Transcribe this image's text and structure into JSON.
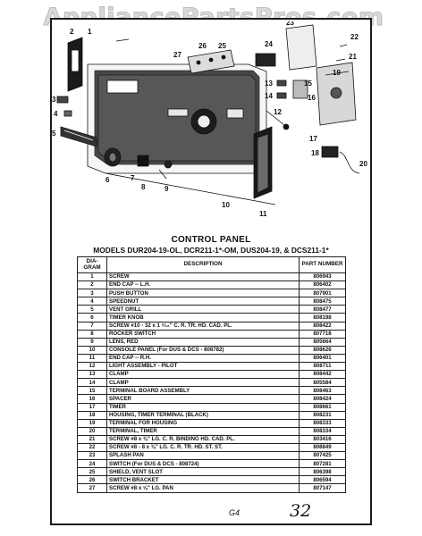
{
  "watermark": "AppliancePartsPros.com",
  "callouts": [
    "1",
    "2",
    "3",
    "4",
    "5",
    "6",
    "7",
    "8",
    "9",
    "10",
    "11",
    "12",
    "13",
    "14",
    "15",
    "16",
    "17",
    "18",
    "19",
    "20",
    "21",
    "22",
    "23",
    "24",
    "25",
    "26",
    "27"
  ],
  "section_title": "CONTROL PANEL",
  "models_line": "MODELS DUR204-19-OL, DCR211-1*-OM, DUS204-19, & DCS211-1*",
  "table": {
    "headers": {
      "diagram": "DIA-\nGRAM",
      "description": "DESCRIPTION",
      "part_number": "PART NUMBER"
    },
    "rows": [
      {
        "num": "1",
        "desc": "SCREW",
        "pn": "806943"
      },
      {
        "num": "2",
        "desc": "END CAP -- L.H.",
        "pn": "806402"
      },
      {
        "num": "3",
        "desc": "PUSH BUTTON",
        "pn": "807901"
      },
      {
        "num": "4",
        "desc": "SPEEDNUT",
        "pn": "808475"
      },
      {
        "num": "5",
        "desc": "VENT GRILL",
        "pn": "808477"
      },
      {
        "num": "6",
        "desc": "TIMER KNOB",
        "pn": "808198"
      },
      {
        "num": "7",
        "desc": "SCREW #10 - 32 x 1 ⁵⁄₁₆\" C. R. TR. HD. CAD. PL.",
        "pn": "808422"
      },
      {
        "num": "8",
        "desc": "ROCKER SWITCH",
        "pn": "807718"
      },
      {
        "num": "9",
        "desc": "LENS, RED",
        "pn": "805664"
      },
      {
        "num": "10",
        "desc": "CONSOLE PANEL (For DUS & DCS - 808782)",
        "pn": "808626"
      },
      {
        "num": "11",
        "desc": "END CAP -- R.H.",
        "pn": "806401"
      },
      {
        "num": "12",
        "desc": "LIGHT ASSEMBLY - PILOT",
        "pn": "808711"
      },
      {
        "num": "13",
        "desc": "CLAMP",
        "pn": "808442"
      },
      {
        "num": "14",
        "desc": "CLAMP",
        "pn": "805584"
      },
      {
        "num": "15",
        "desc": "TERMINAL BOARD ASSEMBLY",
        "pn": "808463"
      },
      {
        "num": "16",
        "desc": "SPACER",
        "pn": "808424"
      },
      {
        "num": "17",
        "desc": "TIMER",
        "pn": "808661"
      },
      {
        "num": "18",
        "desc": "HOUSING, TIMER TERMINAL (BLACK)",
        "pn": "808231"
      },
      {
        "num": "19",
        "desc": "TERMINAL FOR HOUSING",
        "pn": "808333"
      },
      {
        "num": "20",
        "desc": "TERMINAL, TIMER",
        "pn": "808334"
      },
      {
        "num": "21",
        "desc": "SCREW #8 x ⅜\" LG. C. R. BINDING HD. CAD. PL.",
        "pn": "803416"
      },
      {
        "num": "22",
        "desc": "SCREW #8 - 8 x ⅜\" LG. C. R. TR. HD. ST. ST.",
        "pn": "808849"
      },
      {
        "num": "23",
        "desc": "SPLASH PAN",
        "pn": "807425"
      },
      {
        "num": "24",
        "desc": "SWITCH (For DUS & DCS - 808724)",
        "pn": "807281"
      },
      {
        "num": "25",
        "desc": "SHIELD, VENT SLOT",
        "pn": "806398"
      },
      {
        "num": "26",
        "desc": "SWITCH BRACKET",
        "pn": "806594"
      },
      {
        "num": "27",
        "desc": "SCREW #8 x ⅝\" LG. PAN",
        "pn": "807147"
      }
    ]
  },
  "footer": {
    "page_code": "G4",
    "page_number": "32"
  }
}
